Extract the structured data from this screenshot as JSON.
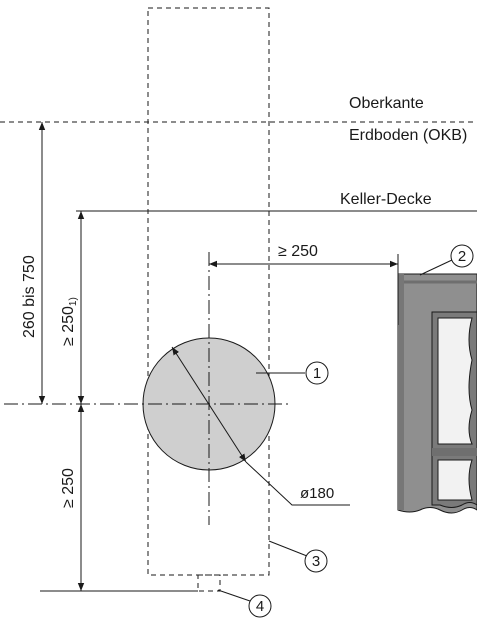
{
  "labels": {
    "ground_line1": "Oberkante",
    "ground_line2": "Erdboden (OKB)",
    "ceiling": "Keller-Decke",
    "dim_horizontal": "≥ 250",
    "dim_vertical_total": "260 bis 750",
    "dim_vertical_upper": "≥ 250",
    "dim_vertical_upper_note": "1)",
    "dim_vertical_lower": "≥ 250",
    "diameter": "ø180"
  },
  "callouts": [
    "1",
    "2",
    "3",
    "4"
  ],
  "colors": {
    "pipe_fill": "#cfcfcf",
    "wall_fill": "#8f8f8f",
    "wall_dark": "#6f6f6f",
    "window_fill": "#f2f2f2",
    "line": "#1a1a1a"
  }
}
